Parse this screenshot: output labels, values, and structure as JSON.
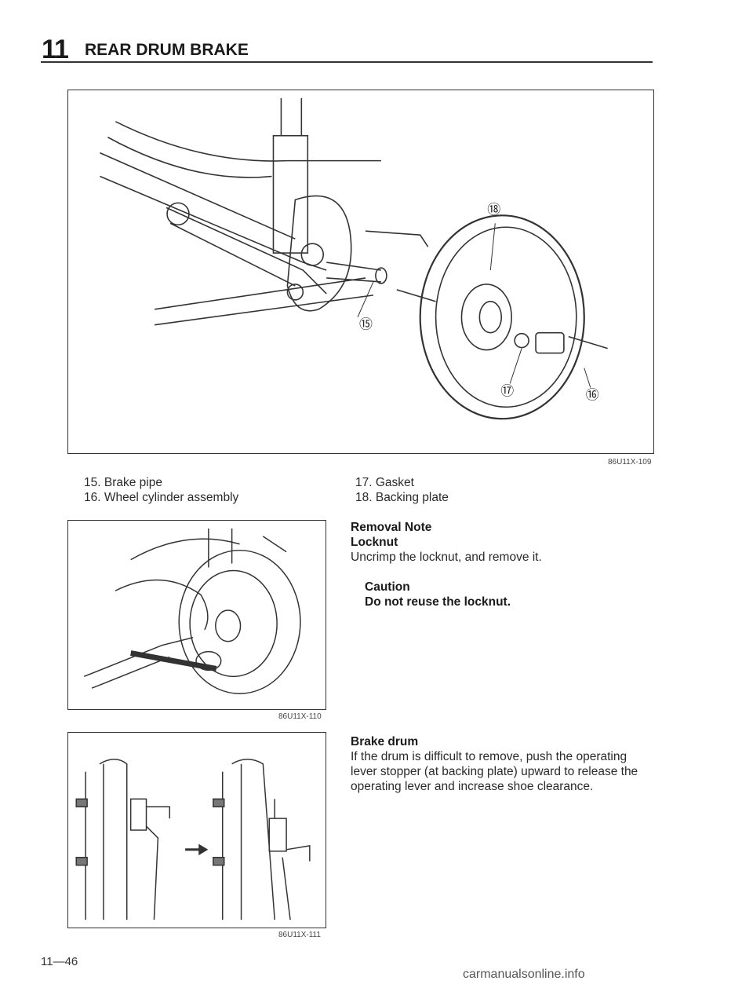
{
  "header": {
    "section_number": "11",
    "title": "REAR DRUM BRAKE"
  },
  "figures": {
    "fig1": {
      "code": "86U11X-109",
      "callouts": [
        "⑮",
        "⑯",
        "⑰",
        "⑱"
      ]
    },
    "fig2": {
      "code": "86U11X-110"
    },
    "fig3": {
      "code": "86U11X-111"
    }
  },
  "parts": [
    "15. Brake pipe",
    "16. Wheel cylinder assembly",
    "17. Gasket",
    "18. Backing plate"
  ],
  "removal_note": {
    "heading": "Removal Note",
    "locknut_heading": "Locknut",
    "locknut_text": "Uncrimp the locknut, and remove it.",
    "caution_heading": "Caution",
    "caution_text": "Do not reuse the locknut."
  },
  "brake_drum": {
    "heading": "Brake drum",
    "lines": [
      "If the drum is difficult to remove, push the operating",
      "lever stopper (at backing plate) upward to release the",
      "operating lever and increase shoe clearance."
    ]
  },
  "footer": {
    "page_number": "11—46"
  },
  "watermark": "carmanualsonline.info"
}
